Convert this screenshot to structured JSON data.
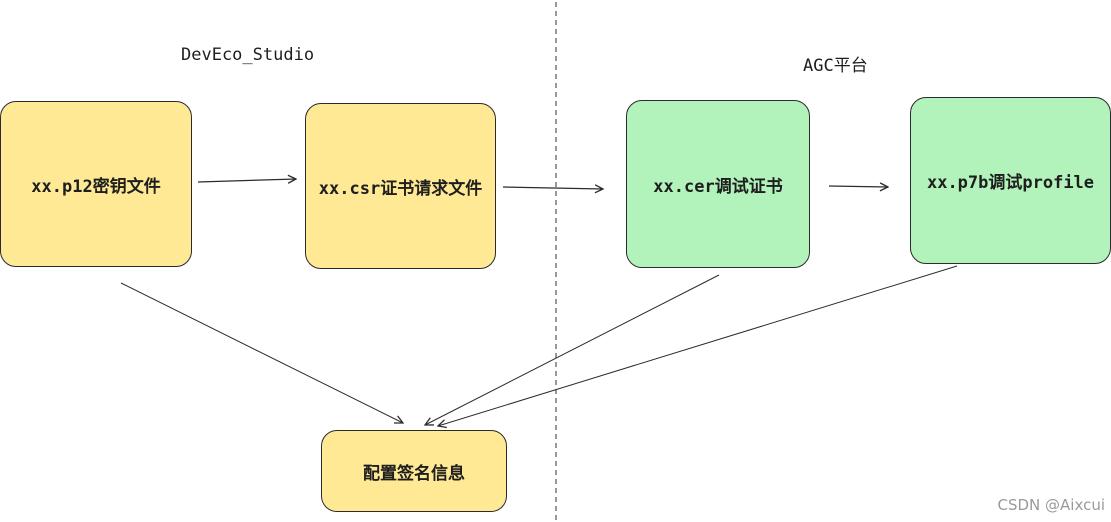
{
  "sections": {
    "left_title": "DevEco_Studio",
    "right_title": "AGC平台"
  },
  "nodes": {
    "p12": {
      "label": "xx.p12密钥文件",
      "color": "#ffe994"
    },
    "csr": {
      "label": "xx.csr证书请求文件",
      "color": "#ffe994"
    },
    "cer": {
      "label": "xx.cer调试证书",
      "color": "#b2f2bb"
    },
    "p7b": {
      "label": "xx.p7b调试profile",
      "color": "#b2f2bb"
    },
    "sign": {
      "label": "配置签名信息",
      "color": "#ffe994"
    }
  },
  "edges": [
    {
      "from": "p12",
      "to": "csr"
    },
    {
      "from": "csr",
      "to": "cer"
    },
    {
      "from": "cer",
      "to": "p7b"
    },
    {
      "from": "p12",
      "to": "sign"
    },
    {
      "from": "cer",
      "to": "sign"
    },
    {
      "from": "p7b",
      "to": "sign"
    }
  ],
  "watermark": "CSDN @Aixcui"
}
